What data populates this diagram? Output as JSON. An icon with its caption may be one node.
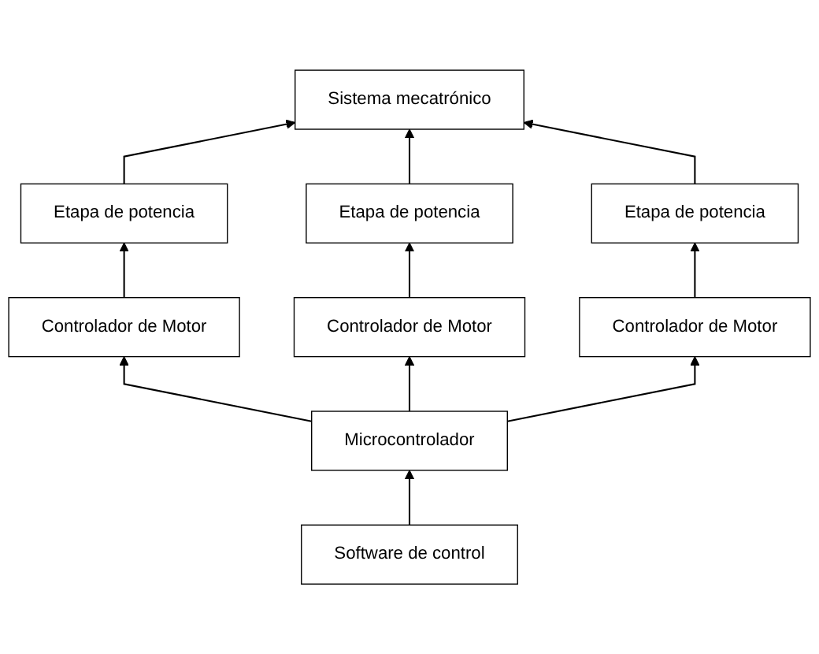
{
  "diagram": {
    "nodes": [
      {
        "text": [
          "Sistema mecatrónico"
        ]
      },
      {
        "text": [
          "Etapa de potencia"
        ]
      },
      {
        "text": [
          "Etapa de potencia"
        ]
      },
      {
        "text": [
          "Etapa de potencia"
        ]
      },
      {
        "text": [
          "Controlador de Motor"
        ]
      },
      {
        "text": [
          "Controlador de Motor"
        ]
      },
      {
        "text": [
          "Controlador de Motor"
        ]
      },
      {
        "text": [
          "Microcontrolador"
        ]
      },
      {
        "text": [
          "Software de control"
        ]
      }
    ],
    "edges": [
      {
        "from": 8,
        "to": 7,
        "arrow": "to"
      },
      {
        "from": 7,
        "to": 4,
        "arrow": "to"
      },
      {
        "from": 7,
        "to": 5,
        "arrow": "to"
      },
      {
        "from": 7,
        "to": 6,
        "arrow": "to"
      },
      {
        "from": 4,
        "to": 1,
        "arrow": "to"
      },
      {
        "from": 5,
        "to": 2,
        "arrow": "to"
      },
      {
        "from": 6,
        "to": 3,
        "arrow": "to"
      },
      {
        "from": 1,
        "to": 0,
        "arrow": "to"
      },
      {
        "from": 2,
        "to": 0,
        "arrow": "to"
      },
      {
        "from": 3,
        "to": 0,
        "arrow": "to"
      }
    ]
  }
}
